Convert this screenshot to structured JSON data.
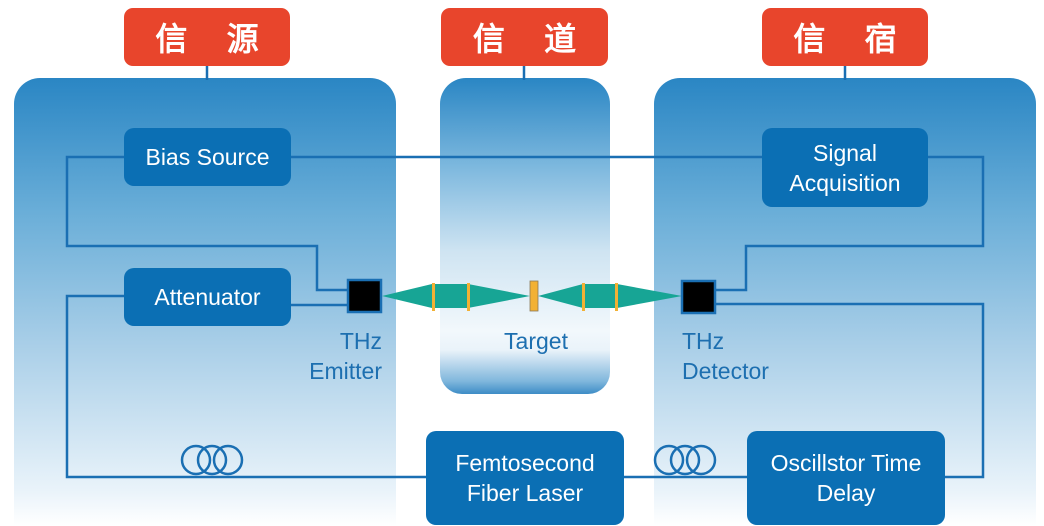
{
  "diagram": {
    "sections": [
      {
        "id": "source",
        "label": "信 源"
      },
      {
        "id": "channel",
        "label": "信 道"
      },
      {
        "id": "sink",
        "label": "信 宿"
      }
    ],
    "components": {
      "bias_source": "Bias Source",
      "attenuator": "Attenuator",
      "signal_acquisition": "Signal\nAcquisition",
      "femtosecond_laser": "Femtosecond\nFiber Laser",
      "time_delay": "Oscillstor Time\nDelay"
    },
    "labels": {
      "emitter": "THz\nEmitter",
      "target": "Target",
      "detector": "THz\nDetector"
    },
    "colors": {
      "tag_red": "#e8452c",
      "box_blue": "#0b6fb4",
      "wire_blue": "#1a6fb3",
      "beam_teal": "#17a595",
      "lens_orange": "#f2b134",
      "device_black": "#000000"
    }
  }
}
